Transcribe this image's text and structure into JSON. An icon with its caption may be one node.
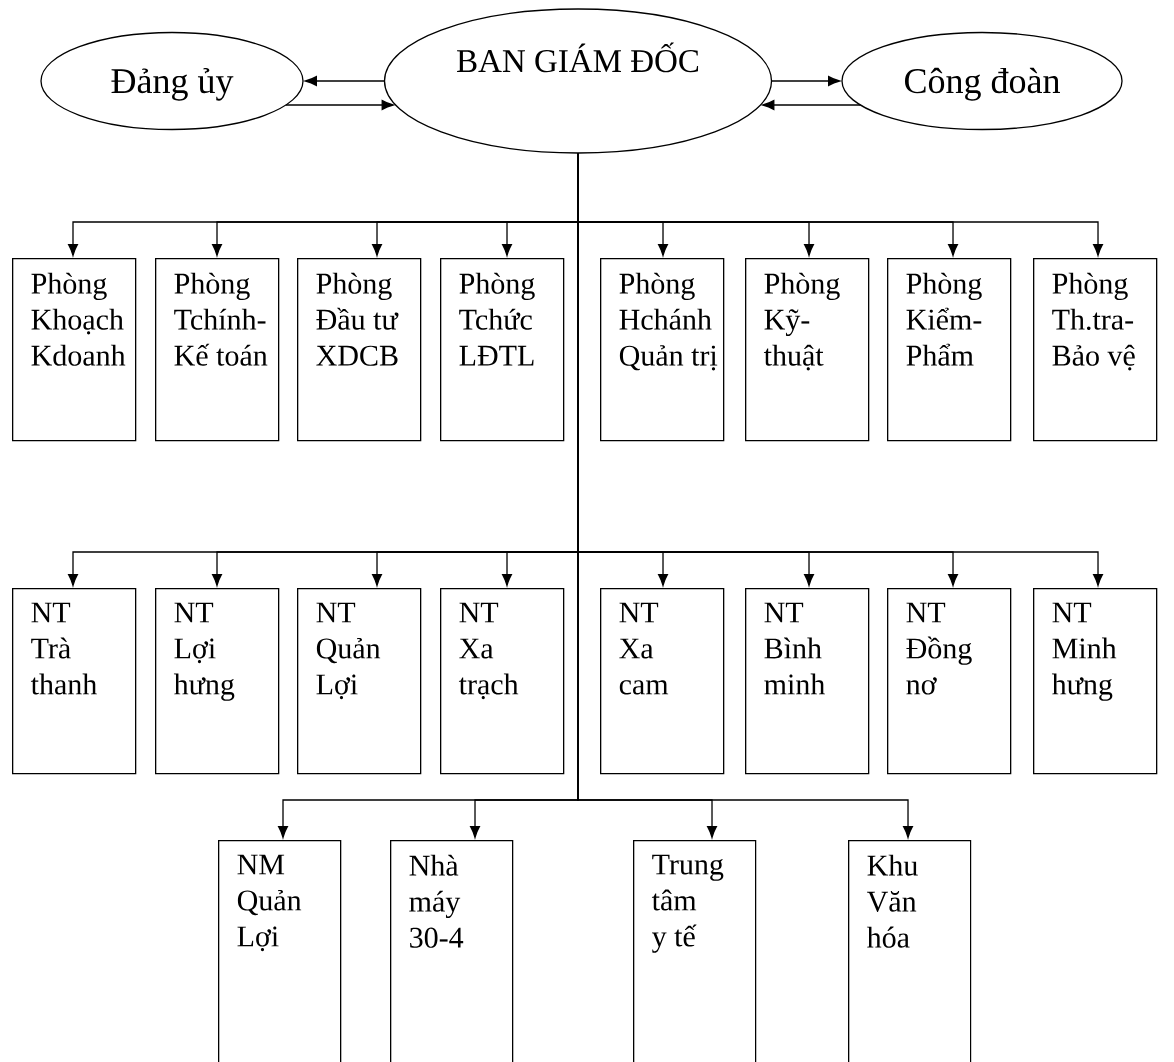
{
  "diagram": {
    "nodes": [
      {
        "text": [
          "Đảng ủy"
        ]
      },
      {
        "text": [
          "BAN GIÁM ĐỐC"
        ]
      },
      {
        "text": [
          "Công đoàn"
        ]
      },
      {
        "text": [
          "Phòng Khoạch Kdoanh"
        ]
      },
      {
        "text": [
          "Phòng Tchính- Kế toán"
        ]
      },
      {
        "text": [
          "Phòng Đầu tư XDCB"
        ]
      },
      {
        "text": [
          "Phòng Tchức LĐTL"
        ]
      },
      {
        "text": [
          "Phòng Hchánh Quản trị"
        ]
      },
      {
        "text": [
          "Phòng Kỹ- thuật"
        ]
      },
      {
        "text": [
          "Phòng Kiểm- Phẩm"
        ]
      },
      {
        "text": [
          "Phòng Th.tra- Bảo vệ"
        ]
      },
      {
        "text": [
          "NT Trà thanh"
        ]
      },
      {
        "text": [
          "NT Lợi hưng"
        ]
      },
      {
        "text": [
          "NT Quản Lợi"
        ]
      },
      {
        "text": [
          "NT Xa trạch"
        ]
      },
      {
        "text": [
          "NT Xa cam"
        ]
      },
      {
        "text": [
          "NT Bình minh"
        ]
      },
      {
        "text": [
          "NT Đồng nơ"
        ]
      },
      {
        "text": [
          "NT Minh hưng"
        ]
      },
      {
        "text": [
          "NM Quản Lợi"
        ]
      },
      {
        "text": [
          "Nhà máy 30-4"
        ]
      },
      {
        "text": [
          "Trung tâm y tế"
        ]
      },
      {
        "text": [
          "Khu Văn hóa"
        ]
      }
    ],
    "edges": [
      {
        "from": 1,
        "to": 0,
        "arrow": "to"
      },
      {
        "from": 0,
        "to": 1,
        "arrow": "to"
      },
      {
        "from": 1,
        "to": 2,
        "arrow": "to"
      },
      {
        "from": 2,
        "to": 1,
        "arrow": "to"
      },
      {
        "from": 1,
        "to": 3,
        "arrow": "to"
      },
      {
        "from": 1,
        "to": 4,
        "arrow": "to"
      },
      {
        "from": 1,
        "to": 5,
        "arrow": "to"
      },
      {
        "from": 1,
        "to": 6,
        "arrow": "to"
      },
      {
        "from": 1,
        "to": 7,
        "arrow": "to"
      },
      {
        "from": 1,
        "to": 8,
        "arrow": "to"
      },
      {
        "from": 1,
        "to": 9,
        "arrow": "to"
      },
      {
        "from": 1,
        "to": 10,
        "arrow": "to"
      },
      {
        "from": 1,
        "to": 11,
        "arrow": "to"
      },
      {
        "from": 1,
        "to": 12,
        "arrow": "to"
      },
      {
        "from": 1,
        "to": 13,
        "arrow": "to"
      },
      {
        "from": 1,
        "to": 14,
        "arrow": "to"
      },
      {
        "from": 1,
        "to": 15,
        "arrow": "to"
      },
      {
        "from": 1,
        "to": 16,
        "arrow": "to"
      },
      {
        "from": 1,
        "to": 17,
        "arrow": "to"
      },
      {
        "from": 1,
        "to": 18,
        "arrow": "to"
      },
      {
        "from": 1,
        "to": 19,
        "arrow": "to"
      },
      {
        "from": 1,
        "to": 20,
        "arrow": "to"
      },
      {
        "from": 1,
        "to": 21,
        "arrow": "to"
      },
      {
        "from": 1,
        "to": 22,
        "arrow": "to"
      }
    ]
  }
}
